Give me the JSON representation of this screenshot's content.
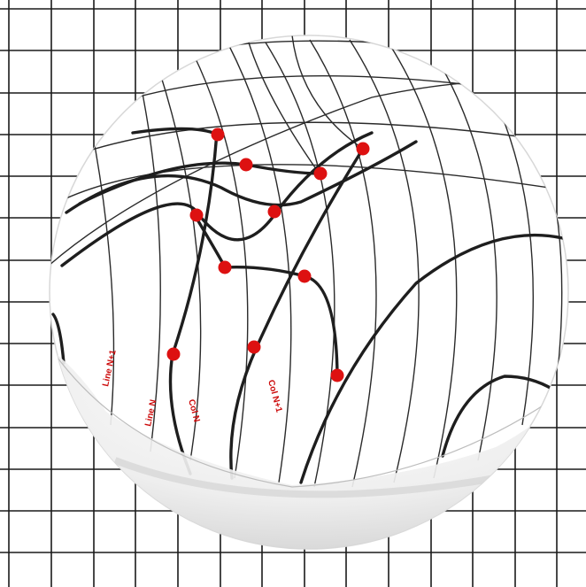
{
  "labels": {
    "line_n1": "Line N+1",
    "line_n": "Line N",
    "col_n": "Col N",
    "col_n1": "Col N+1"
  },
  "colors": {
    "grid": "#1a1a1a",
    "curve": "#1e1e1e",
    "marker": "#dd1111",
    "label": "#cc0a0a",
    "sphere_rim": "#e6e6e6"
  },
  "marker_count": 11
}
